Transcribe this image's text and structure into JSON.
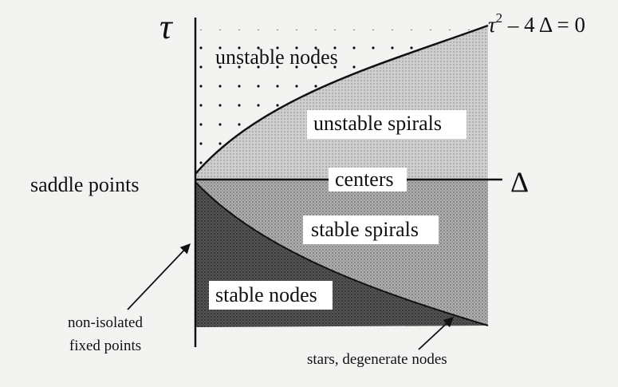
{
  "axes": {
    "vertical_symbol": "τ",
    "horizontal_symbol": "Δ"
  },
  "curve": {
    "equation_tau": "τ",
    "equation_exponent": "2",
    "equation_rest": " – 4 Δ = 0"
  },
  "regions": {
    "unstable_nodes": "unstable nodes",
    "unstable_spirals": "unstable spirals",
    "centers": "centers",
    "stable_spirals": "stable spirals",
    "stable_nodes": "stable nodes",
    "saddle_points": "saddle points"
  },
  "annotations": {
    "non_isolated_line1": "non-isolated",
    "non_isolated_line2": "fixed points",
    "stars_degenerate": "stars, degenerate nodes"
  },
  "colors": {
    "background": "#f3f3f1",
    "ink": "#111111",
    "stable_nodes_fill": "#555555",
    "spirals_fill": "#b0b0b0",
    "unstable_spirals_fill": "#cfcfcf",
    "label_box": "#ffffff"
  }
}
